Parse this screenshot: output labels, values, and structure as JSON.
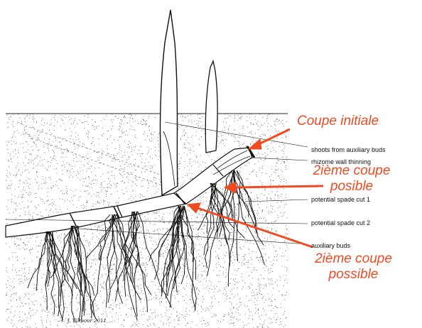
{
  "labels": {
    "shoots": "shoots from auxiliary buds",
    "rhizome_wall": "rhizome wall thinning",
    "spade_cut_1": "potential spade cut 1",
    "spade_cut_2": "potential spade cut 2",
    "auxiliary_buds": "auxiliary buds"
  },
  "annotations": {
    "initial_cut": "Coupe initiale",
    "second_cut_a_line1": "2ième coupe",
    "second_cut_a_line2": "posible",
    "second_cut_b_line1": "2ième coupe",
    "second_cut_b_line2": "possible"
  },
  "credit": "J. Vilmour 2011",
  "colors": {
    "annotation_red": "#f04a22",
    "ink": "#111111",
    "soil_dots": "#555555"
  }
}
